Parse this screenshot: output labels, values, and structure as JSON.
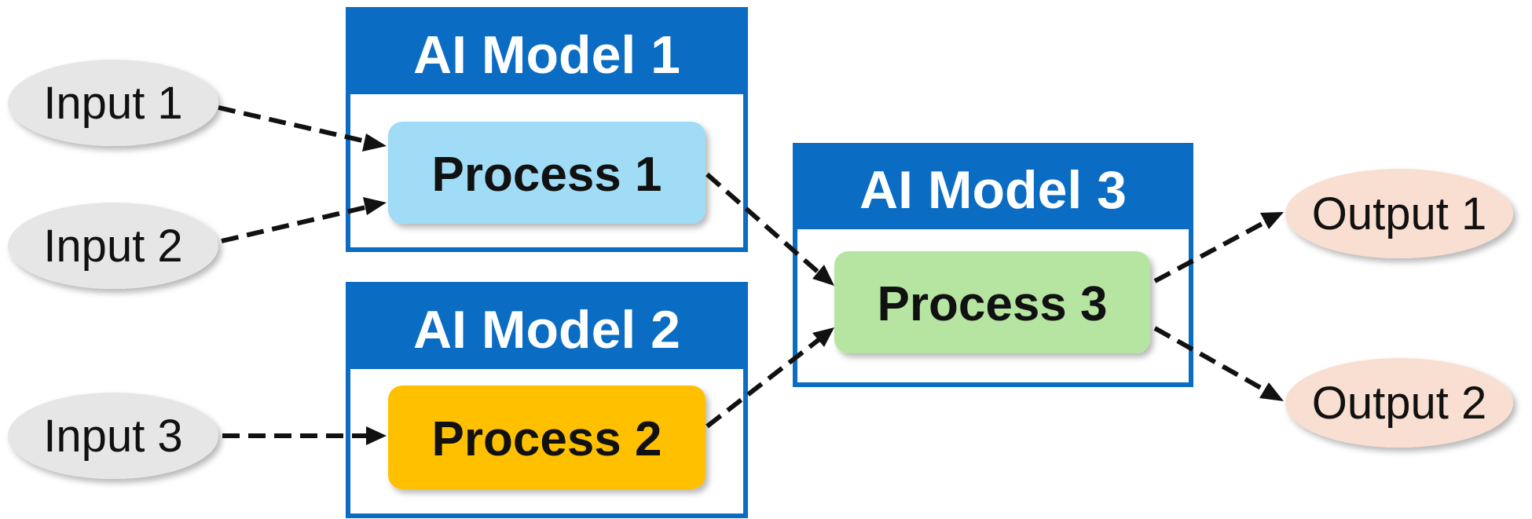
{
  "diagram": {
    "colors": {
      "model_frame": "#0a6cc2",
      "model_title_text": "#ffffff",
      "process_1_fill": "#a0dcf5",
      "process_2_fill": "#ffc000",
      "process_3_fill": "#b6e5a2",
      "input_fill": "#e6e6e6",
      "output_fill": "#f9dfd2",
      "arrow": "#111111"
    },
    "models": {
      "model_1": {
        "title": "AI Model 1"
      },
      "model_2": {
        "title": "AI Model 2"
      },
      "model_3": {
        "title": "AI Model 3"
      }
    },
    "processes": {
      "process_1": {
        "label": "Process 1"
      },
      "process_2": {
        "label": "Process 2"
      },
      "process_3": {
        "label": "Process 3"
      }
    },
    "inputs": {
      "input_1": {
        "label": "Input 1"
      },
      "input_2": {
        "label": "Input 2"
      },
      "input_3": {
        "label": "Input 3"
      }
    },
    "outputs": {
      "output_1": {
        "label": "Output 1"
      },
      "output_2": {
        "label": "Output 2"
      }
    },
    "connections": [
      {
        "from": "Input 1",
        "to": "Process 1"
      },
      {
        "from": "Input 2",
        "to": "Process 1"
      },
      {
        "from": "Input 3",
        "to": "Process 2"
      },
      {
        "from": "Process 1",
        "to": "Process 3"
      },
      {
        "from": "Process 2",
        "to": "Process 3"
      },
      {
        "from": "Process 3",
        "to": "Output 1"
      },
      {
        "from": "Process 3",
        "to": "Output 2"
      }
    ]
  }
}
